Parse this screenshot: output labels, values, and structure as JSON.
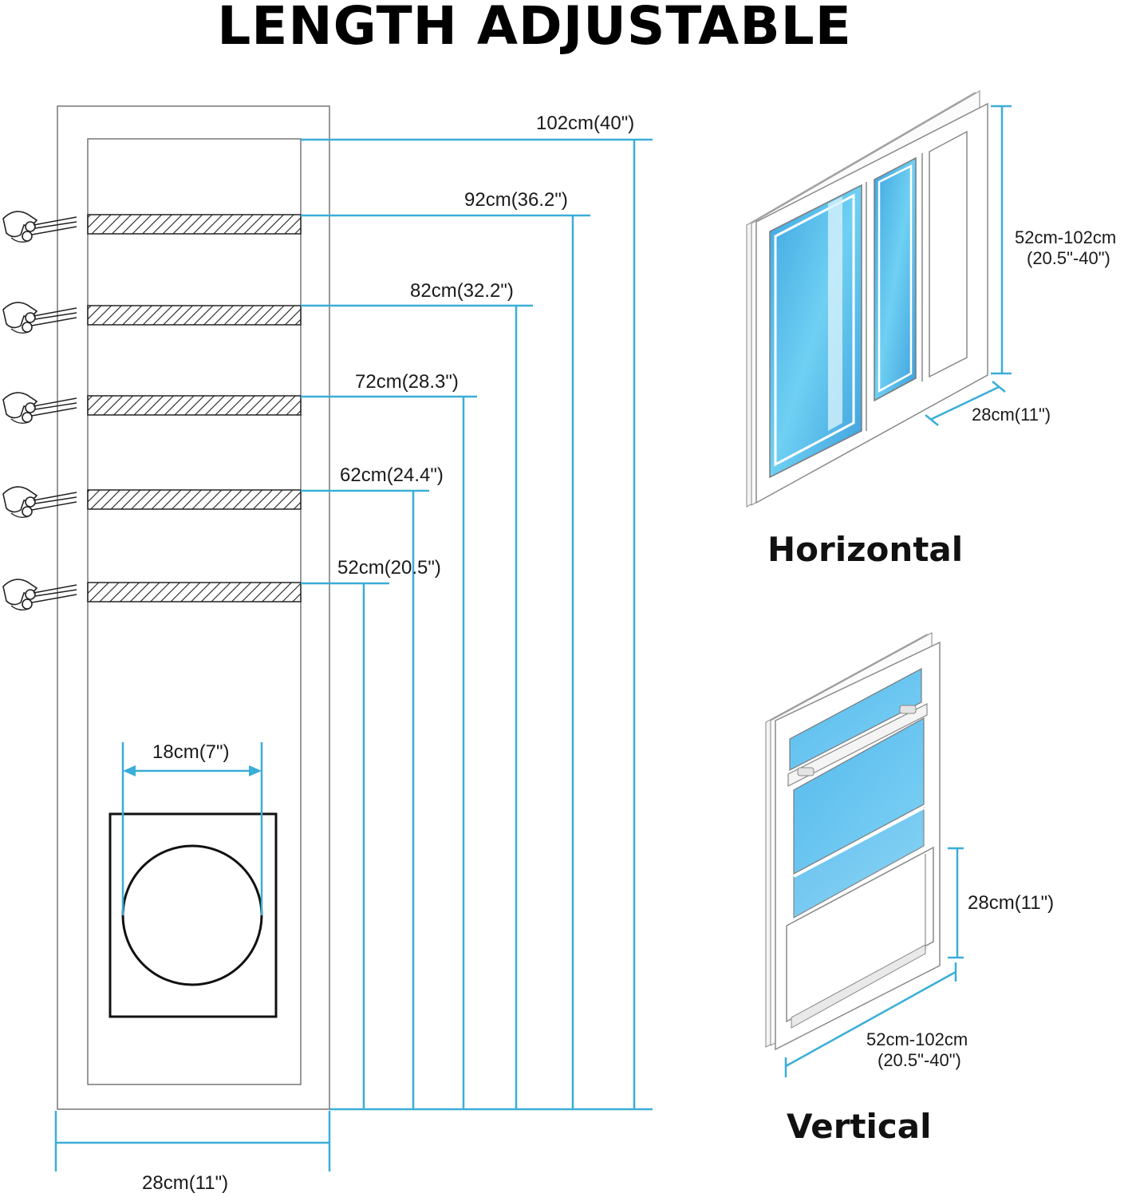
{
  "title": "LENGTH ADJUSTABLE",
  "colors": {
    "dimension_line": "#3aaed8",
    "glass": "#55bde9",
    "frame": "#ffffff",
    "outline": "#555555"
  },
  "panel": {
    "cut_marks": [
      {
        "label": "92cm(36.2\")",
        "icon": "scissors-cut-icon"
      },
      {
        "label": "82cm(32.2\")",
        "icon": "scissors-cut-icon"
      },
      {
        "label": "72cm(28.3\")",
        "icon": "scissors-cut-icon"
      },
      {
        "label": "62cm(24.4\")",
        "icon": "scissors-cut-icon"
      },
      {
        "label": "52cm(20.5\")",
        "icon": "scissors-cut-icon"
      }
    ],
    "full_length_label": "102cm(40\")",
    "hole_width_label": "18cm(7\")",
    "width_label": "28cm(11\")"
  },
  "horizontal": {
    "caption": "Horizontal",
    "length_label_line1": "52cm-102cm",
    "length_label_line2": "(20.5\"-40\")",
    "width_label": "28cm(11\")"
  },
  "vertical": {
    "caption": "Vertical",
    "width_label": "28cm(11\")",
    "length_label_line1": "52cm-102cm",
    "length_label_line2": "(20.5\"-40\")"
  }
}
